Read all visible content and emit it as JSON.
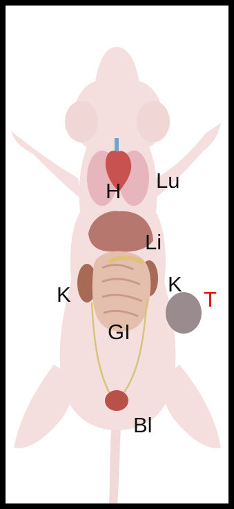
{
  "labels": {
    "heart": "H",
    "lung": "Lu",
    "liver": "Li",
    "kidney_left": "K",
    "kidney_right": "K",
    "tumor": "T",
    "gi": "GI",
    "bladder": "Bl"
  },
  "colors": {
    "background": "#000000",
    "panel": "#ffffff",
    "body": "#f4dede",
    "label": "#111111",
    "tumor_label": "#e01010",
    "tumor": "#9a8c8e"
  }
}
